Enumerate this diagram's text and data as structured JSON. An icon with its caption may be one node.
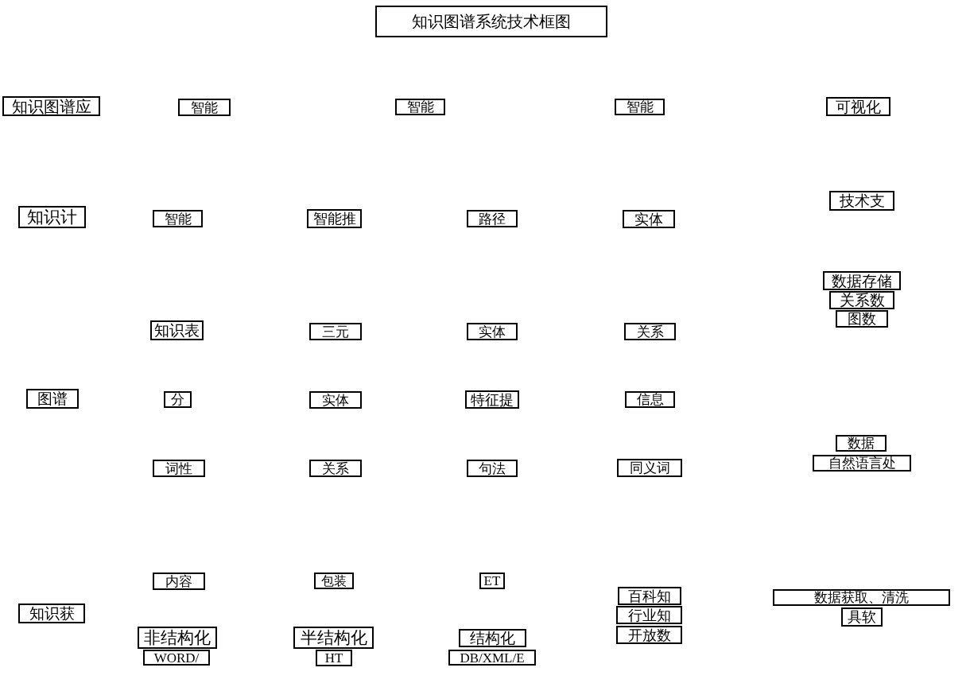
{
  "diagram": {
    "title": "知识图谱系统技术框图",
    "nodes": [
      {
        "text": [
          "知识图谱应"
        ]
      },
      {
        "text": [
          "智能"
        ]
      },
      {
        "text": [
          "智能"
        ]
      },
      {
        "text": [
          "智能"
        ]
      },
      {
        "text": [
          "可视化"
        ]
      },
      {
        "text": [
          "技术支"
        ]
      },
      {
        "text": [
          "知识计"
        ]
      },
      {
        "text": [
          "智能"
        ]
      },
      {
        "text": [
          "智能推"
        ]
      },
      {
        "text": [
          "路径"
        ]
      },
      {
        "text": [
          "实体"
        ]
      },
      {
        "text": [
          "数据存储"
        ]
      },
      {
        "text": [
          "关系数"
        ]
      },
      {
        "text": [
          "图数"
        ]
      },
      {
        "text": [
          "知识表"
        ]
      },
      {
        "text": [
          "三元"
        ]
      },
      {
        "text": [
          "实体"
        ]
      },
      {
        "text": [
          "关系"
        ]
      },
      {
        "text": [
          "图谱"
        ]
      },
      {
        "text": [
          "分"
        ]
      },
      {
        "text": [
          "实体"
        ]
      },
      {
        "text": [
          "特征提"
        ]
      },
      {
        "text": [
          "信息"
        ]
      },
      {
        "text": [
          "数据"
        ]
      },
      {
        "text": [
          "自然语言处"
        ]
      },
      {
        "text": [
          "词性"
        ]
      },
      {
        "text": [
          "关系"
        ]
      },
      {
        "text": [
          "句法"
        ]
      },
      {
        "text": [
          "同义词"
        ]
      },
      {
        "text": [
          "内容"
        ]
      },
      {
        "text": [
          "包装"
        ]
      },
      {
        "text": [
          "ET"
        ]
      },
      {
        "text": [
          "百科知"
        ]
      },
      {
        "text": [
          "数据获取、清洗"
        ]
      },
      {
        "text": [
          "知识获"
        ]
      },
      {
        "text": [
          "行业知"
        ]
      },
      {
        "text": [
          "具软"
        ]
      },
      {
        "text": [
          "开放数"
        ]
      },
      {
        "text": [
          "非结构化"
        ]
      },
      {
        "text": [
          "半结构化"
        ]
      },
      {
        "text": [
          "结构化"
        ]
      },
      {
        "text": [
          "WORD/"
        ]
      },
      {
        "text": [
          "HT"
        ]
      },
      {
        "text": [
          "DB/XML/E"
        ]
      }
    ]
  }
}
